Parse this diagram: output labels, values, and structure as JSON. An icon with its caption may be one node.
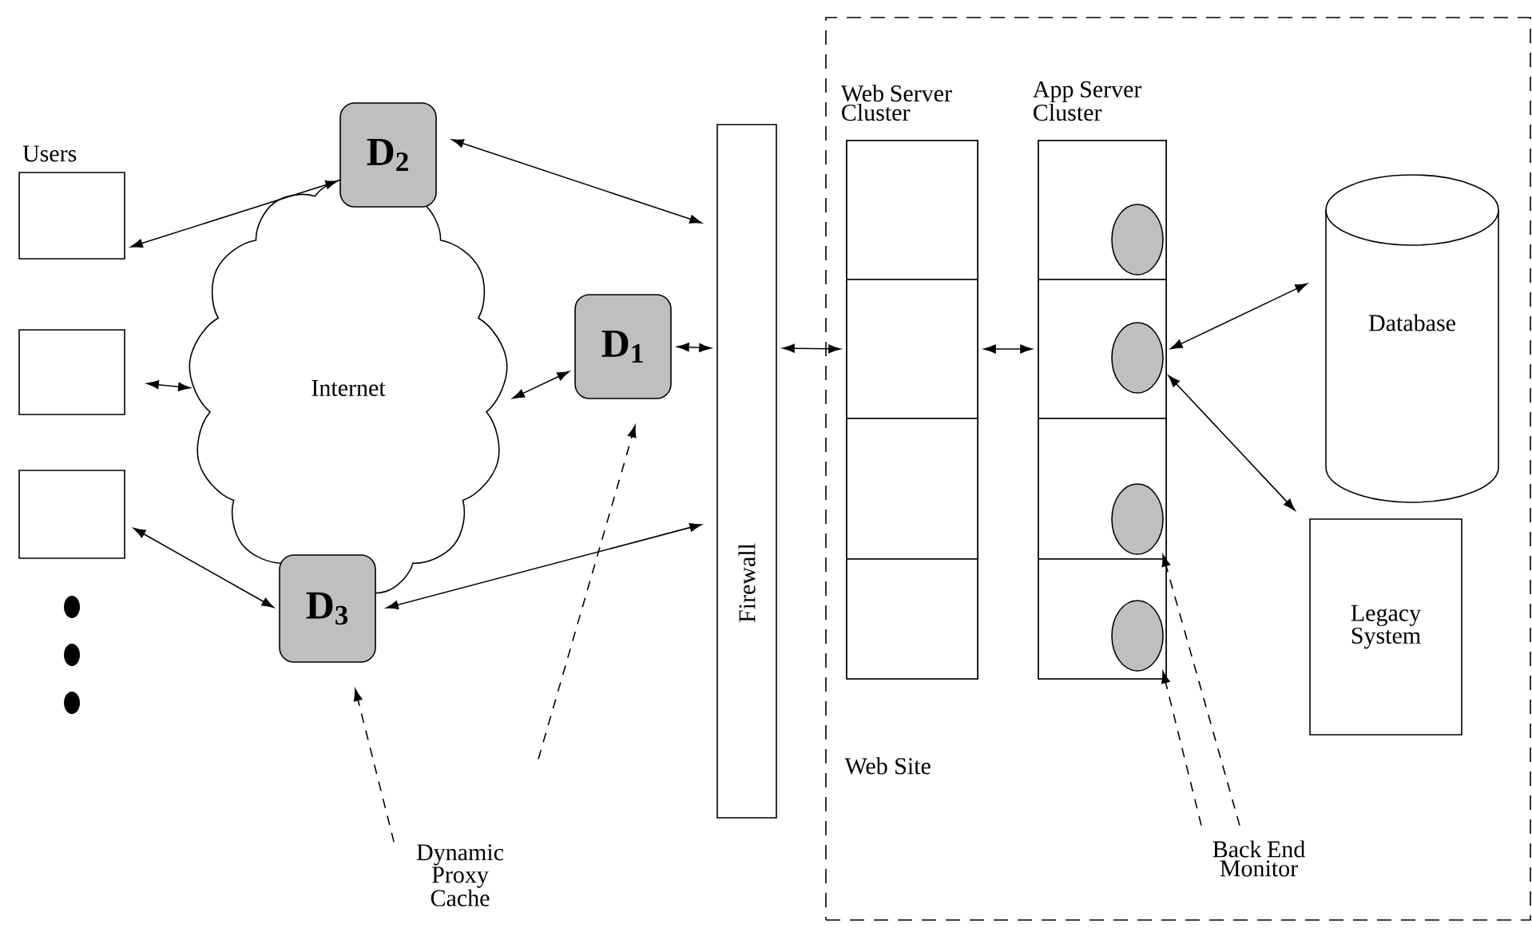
{
  "diagram": {
    "nodes": [
      {
        "text": [],
        "shape": "box",
        "beside": [
          "Users"
        ]
      },
      {
        "text": [],
        "shape": "box"
      },
      {
        "text": [],
        "shape": "box"
      },
      {
        "text": [
          "Internet"
        ]
      },
      {
        "text": [
          "D$_{2}$"
        ]
      },
      {
        "text": [
          "D$_{1}$"
        ]
      },
      {
        "text": [
          "D$_{3}$"
        ]
      },
      {
        "text": [
          "Firewall"
        ]
      },
      {
        "text": [
          "Web Site"
        ]
      },
      {
        "text": [
          "Web Server Cluster"
        ],
        "in": 8
      },
      {
        "text": [],
        "shape": "box",
        "in": 9
      },
      {
        "text": [],
        "shape": "box",
        "in": 9
      },
      {
        "text": [],
        "shape": "box",
        "in": 9
      },
      {
        "text": [],
        "shape": "box",
        "in": 9
      },
      {
        "text": [
          "App Server Cluster"
        ],
        "in": 8
      },
      {
        "text": [],
        "shape": "box",
        "in": 14
      },
      {
        "text": [],
        "shape": "box",
        "in": 14
      },
      {
        "text": [],
        "shape": "box",
        "in": 14
      },
      {
        "text": [],
        "shape": "box",
        "in": 14
      },
      {
        "text": [],
        "shape": "circle",
        "in": 15
      },
      {
        "text": [],
        "shape": "circle",
        "in": 16
      },
      {
        "text": [],
        "shape": "circle",
        "in": 17
      },
      {
        "text": [],
        "shape": "circle",
        "in": 18
      },
      {
        "text": [
          "Database"
        ],
        "in": 8
      },
      {
        "text": [
          "Legacy System"
        ],
        "in": 8
      },
      {
        "text": [
          "Dynamic Proxy Cache"
        ]
      },
      {
        "text": [
          "Back End Monitor"
        ],
        "in": 8
      }
    ],
    "edges": [
      {
        "from": 0,
        "to": 4,
        "arrow": "both"
      },
      {
        "from": 1,
        "to": 3,
        "arrow": "both"
      },
      {
        "from": 2,
        "to": 6,
        "arrow": "both"
      },
      {
        "from": 4,
        "to": 7,
        "arrow": "both"
      },
      {
        "from": 3,
        "to": 5,
        "arrow": "both"
      },
      {
        "from": 5,
        "to": 7,
        "arrow": "both"
      },
      {
        "from": 6,
        "to": 7,
        "arrow": "both"
      },
      {
        "from": 7,
        "to": 11,
        "arrow": "both"
      },
      {
        "from": 11,
        "to": 16,
        "arrow": "both"
      },
      {
        "from": 20,
        "to": 23,
        "arrow": "both"
      },
      {
        "from": 20,
        "to": 24,
        "arrow": "both"
      },
      {
        "from": 25,
        "to": 6,
        "arrow": "to",
        "style": "dashed"
      },
      {
        "from": 25,
        "to": 5,
        "arrow": "to",
        "style": "dashed"
      },
      {
        "from": 26,
        "to": 21,
        "arrow": "to",
        "style": "dashed"
      },
      {
        "from": 26,
        "to": 22,
        "arrow": "to",
        "style": "dashed"
      }
    ]
  }
}
